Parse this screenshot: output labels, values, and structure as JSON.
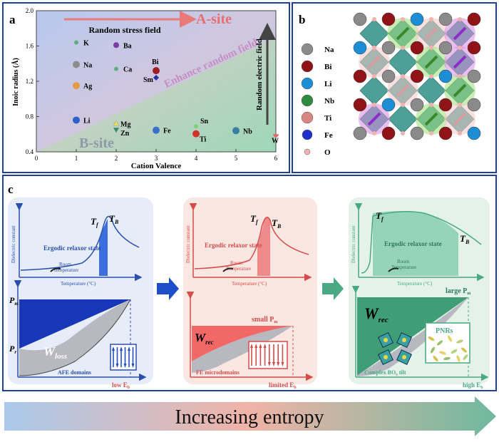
{
  "colors": {
    "frame": "#1f3f9a",
    "asite": "#e86d6d",
    "bsite": "#9aa8b8",
    "field": "#b47ab8",
    "arrow_big": "#7fb9c9"
  },
  "panel_a": {
    "tag": "a",
    "x_axis_label": "Cation Valence",
    "y_axis_label": "Inoic radius (Å)",
    "x_ticks": [
      "0",
      "1",
      "2",
      "3",
      "4",
      "5",
      "6"
    ],
    "y_ticks": [
      "0.4",
      "0.8",
      "1.2",
      "1.6",
      "2.0"
    ],
    "random_stress": "Random stress field",
    "asite": "A-site",
    "bsite": "B-site",
    "enhance": "Enhance random field",
    "random_electric": "Random electric field",
    "points": [
      {
        "name": "K",
        "x": 1,
        "y": 1.64,
        "color": "#5fae7a"
      },
      {
        "name": "Na",
        "x": 1,
        "y": 1.39,
        "color": "#8c8c8c"
      },
      {
        "name": "Ag",
        "x": 1,
        "y": 1.15,
        "color": "#e39a45"
      },
      {
        "name": "Li",
        "x": 1,
        "y": 0.76,
        "color": "#2f5fc8"
      },
      {
        "name": "Ba",
        "x": 2,
        "y": 1.61,
        "color": "#7a3aa8"
      },
      {
        "name": "Ca",
        "x": 2,
        "y": 1.34,
        "color": "#5fae7a"
      },
      {
        "name": "Mg",
        "x": 2,
        "y": 0.72,
        "color": "#e8e05a"
      },
      {
        "name": "Zn",
        "x": 2,
        "y": 0.65,
        "color": "#3a8a6a"
      },
      {
        "name": "Bi",
        "x": 3,
        "y": 1.32,
        "color": "#9b1f24"
      },
      {
        "name": "Sm",
        "x": 3,
        "y": 1.24,
        "color": "#2230a8"
      },
      {
        "name": "Fe",
        "x": 3,
        "y": 0.645,
        "color": "#3a70c8"
      },
      {
        "name": "Sn",
        "x": 4,
        "y": 0.69,
        "color": "#7fd07a"
      },
      {
        "name": "Ti",
        "x": 4,
        "y": 0.605,
        "color": "#d2322e"
      },
      {
        "name": "Nb",
        "x": 5,
        "y": 0.64,
        "color": "#3a7fa0"
      },
      {
        "name": "W",
        "x": 6,
        "y": 0.6,
        "color": "#e06565"
      }
    ]
  },
  "panel_b": {
    "tag": "b",
    "legend": [
      {
        "label": "Na",
        "color": "#8a8a8a"
      },
      {
        "label": "Bi",
        "color": "#8e1418"
      },
      {
        "label": "Li",
        "color": "#1d8ed6"
      },
      {
        "label": "Nb",
        "color": "#2f8a3f"
      },
      {
        "label": "Ti",
        "color": "#d98580"
      },
      {
        "label": "Fe",
        "color": "#1f2fc8"
      },
      {
        "label": "O",
        "color": "#f2b3b0"
      }
    ]
  },
  "panel_c": {
    "tag": "c",
    "s1": {
      "ylabel": "Dielectric constant",
      "xlabel": "Temperature (°C)",
      "tf": "T",
      "tf_sub": "f",
      "tb": "T",
      "tb_sub": "B",
      "state": "Ergodic relaxor state",
      "room": "Room",
      "room2": "Temperature",
      "pm": "P",
      "pm_sub": "m",
      "pr": "P",
      "pr_sub": "r",
      "wl": "W",
      "wl_sub": "loss",
      "domains": "AFE domains",
      "eb": "low E",
      "eb_sub": "b"
    },
    "s2": {
      "ylabel": "Dielectric constant",
      "xlabel": "Temperature (°C)",
      "tf": "T",
      "tf_sub": "f",
      "tb": "T",
      "tb_sub": "B",
      "state": "Ergodic relaxor state",
      "room": "Room",
      "room2": "Temperature",
      "pm": "small P",
      "pm_sub": "m",
      "wr": "W",
      "wr_sub": "rec",
      "domains": "FE microdomains",
      "eb": "limited E",
      "eb_sub": "b"
    },
    "s3": {
      "ylabel": "Dielectric constant",
      "xlabel": "Temperature (°C)",
      "tf": "T",
      "tf_sub": "f",
      "tb": "T",
      "tb_sub": "B",
      "state": "Ergodic relaxor state",
      "room": "Room",
      "room2": "Temperature",
      "pm": "large P",
      "pm_sub": "m",
      "wr": "W",
      "wr_sub": "rec",
      "pnrs": "PNRs",
      "tilt": "Complex BO",
      "tilt_sub": "6",
      "tilt_end": " tilt",
      "eb": "high E",
      "eb_sub": "b"
    }
  },
  "bottom": {
    "label": "Increasing entropy"
  }
}
